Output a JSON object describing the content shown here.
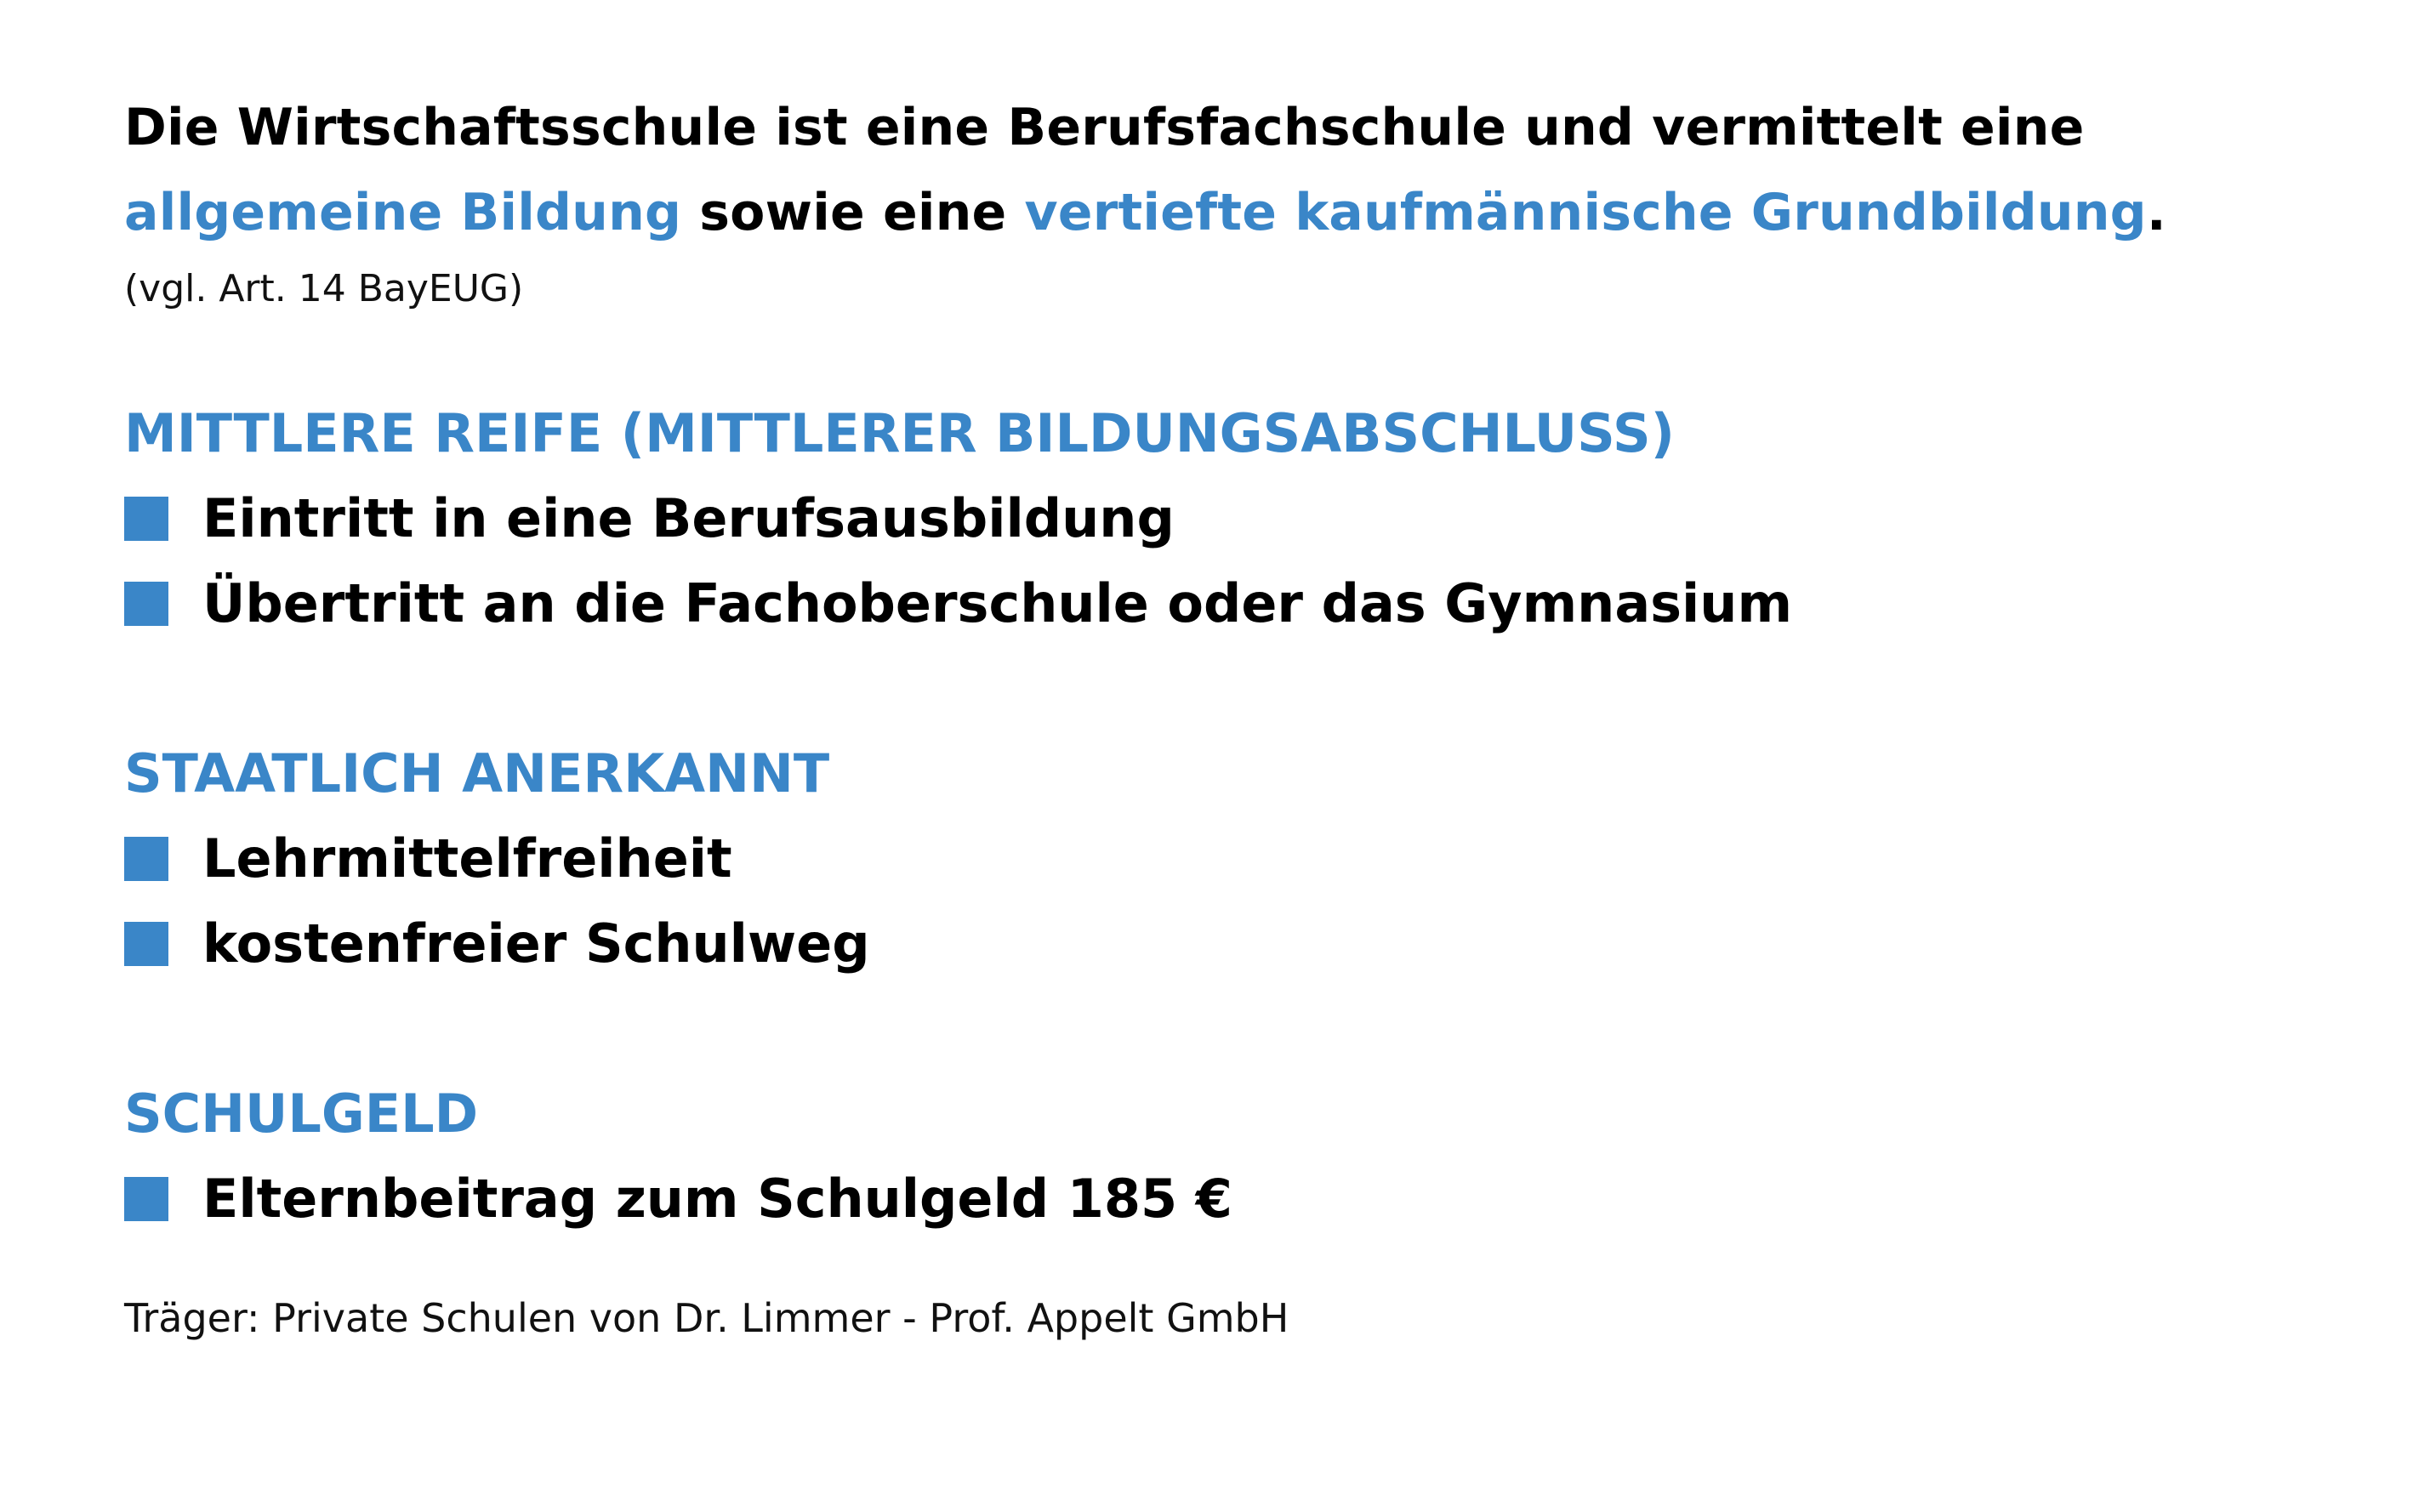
{
  "intro": {
    "part1": "Die Wirtschaftsschule ist eine Berufsfachschule und vermittelt eine",
    "highlight1": "allgemeine Bildung",
    "part2": " sowie eine ",
    "highlight2": "vertiefte kaufmännische Grundbildung",
    "part3": "."
  },
  "source_note": "(vgl. Art. 14 BayEUG)",
  "sections": [
    {
      "title": "MITTLERE REIFE (MITTLERER BILDUNGSABSCHLUSS)",
      "items": [
        "Eintritt in eine Berufsausbildung",
        "Übertritt an die Fachoberschule oder das Gymnasium"
      ]
    },
    {
      "title": "STAATLICH ANERKANNT",
      "items": [
        "Lehrmittelfreiheit",
        "kostenfreier Schulweg"
      ]
    },
    {
      "title": "SCHULGELD",
      "items": [
        "Elternbeitrag zum Schulgeld 185 €"
      ]
    }
  ],
  "footer": "Träger: Private Schulen von Dr. Limmer - Prof. Appelt GmbH",
  "colors": {
    "accent": "#3a86c8",
    "text": "#000000"
  },
  "icons": {
    "bullet": "blue-square-bullet-icon"
  }
}
